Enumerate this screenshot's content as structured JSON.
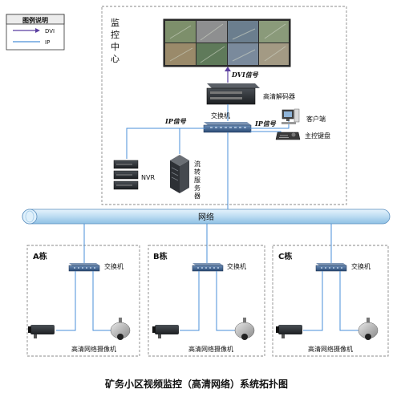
{
  "legend": {
    "title": "图例说明",
    "items": [
      {
        "label": "DVI",
        "color": "#5b3fa0"
      },
      {
        "label": "IP",
        "color": "#4a8fd8"
      }
    ]
  },
  "center": {
    "label_chars": [
      "监",
      "控",
      "中",
      "心"
    ],
    "dvi_signal": "DVI信号",
    "decoder": "高清解码器",
    "core_switch": "交换机",
    "ip_signal_left": "IP信号",
    "ip_signal_right": "IP信号",
    "client": "客户端",
    "keyboard": "主控键盘",
    "nvr": "NVR",
    "stream_server_chars": [
      "流",
      "转",
      "服",
      "务",
      "器"
    ]
  },
  "network_label": "网络",
  "buildings": [
    {
      "name": "A栋",
      "switch": "交换机",
      "cameras": "高清网络摄像机"
    },
    {
      "name": "B栋",
      "switch": "交换机",
      "cameras": "高清网络摄像机"
    },
    {
      "name": "C栋",
      "switch": "交换机",
      "cameras": "高清网络摄像机"
    }
  ],
  "caption": "矿务小区视频监控（高清网络）系统拓扑图",
  "colors": {
    "dvi": "#5b3fa0",
    "ip": "#4a8fd8",
    "network_pipe": "#cfe6f7",
    "dashed_border": "#8a8a8a"
  }
}
